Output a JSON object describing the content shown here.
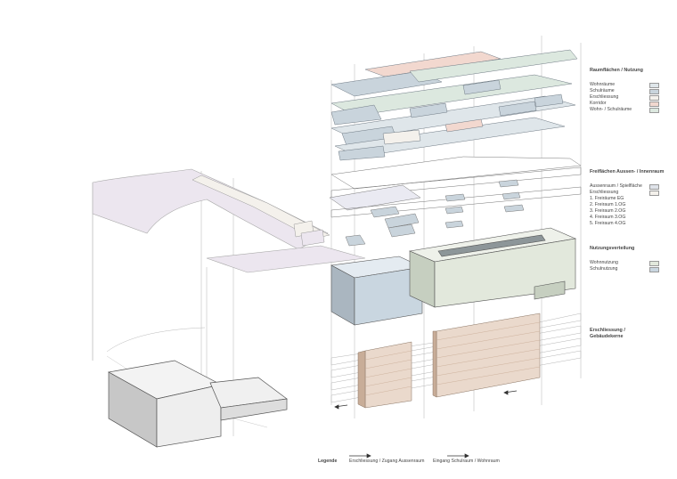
{
  "legend_groups": {
    "raumflaechen": {
      "title": "Raumflächen / Nutzung",
      "items": [
        {
          "label": "Wohnräume",
          "color": "#dfe6ea"
        },
        {
          "label": "Schulräume",
          "color": "#c9d4dc"
        },
        {
          "label": "Erschliessung",
          "color": "#f4f1ec"
        },
        {
          "label": "Korridor",
          "color": "#f2d8cf"
        },
        {
          "label": "Wohn- / Schulräume",
          "color": "#dce8df"
        }
      ]
    },
    "freiflaechen": {
      "title": "Freiflächen Aussen- / Innenraum",
      "items": [
        {
          "label": "Aussenraum / Spielfläche",
          "color": "#dfe3e9"
        },
        {
          "label": "Erschliessung",
          "color": "#f4f1ec"
        },
        {
          "label": "1. Freiräume EG",
          "color": ""
        },
        {
          "label": "2. Freiraum 1.OG",
          "color": ""
        },
        {
          "label": "3. Freiraum 2.OG",
          "color": ""
        },
        {
          "label": "4. Freiraum 3.OG",
          "color": ""
        },
        {
          "label": "5. Freiraum 4.OG",
          "color": ""
        }
      ]
    },
    "nutzungsverteilung": {
      "title": "Nutzungsverteilung",
      "items": [
        {
          "label": "Wohnnutzung",
          "color": "#e2e8dc"
        },
        {
          "label": "Schulnutzung",
          "color": "#c9d6e0"
        }
      ]
    },
    "erschliessung": {
      "title": "Erschliessung / Gebäudekerne",
      "items": []
    }
  },
  "bottom_legend": {
    "title": "Legende",
    "item_1": "Erschliessung / Zugang Aussenraum",
    "item_2": "Eingang Schulraum / Wohnraum"
  },
  "colors": {
    "line": "#a8a8a8",
    "school_blue": "#c9d6e0",
    "housing_green": "#e2e8dc",
    "corridor_pink": "#f2d8cf",
    "core_timber": "#ead9cc",
    "site_lilac": "#ece6ef"
  }
}
